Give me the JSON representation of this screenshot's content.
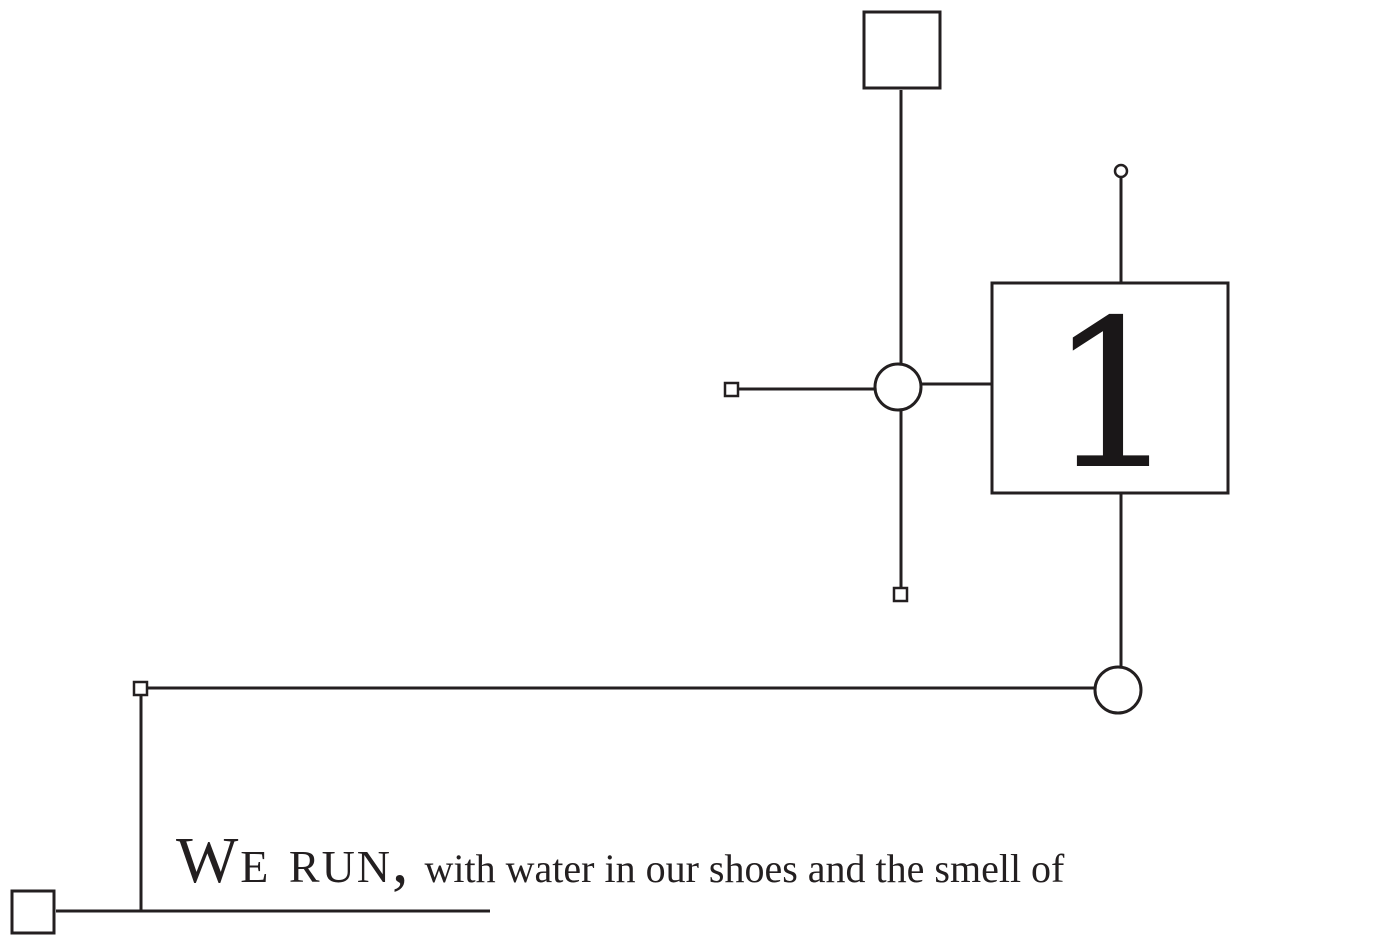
{
  "chapter": {
    "number": "1"
  },
  "text": {
    "lead_in": "We run,",
    "body": "with water in our shoes and the smell of"
  },
  "colors": {
    "ink": "#231f20",
    "background": "#ffffff"
  }
}
